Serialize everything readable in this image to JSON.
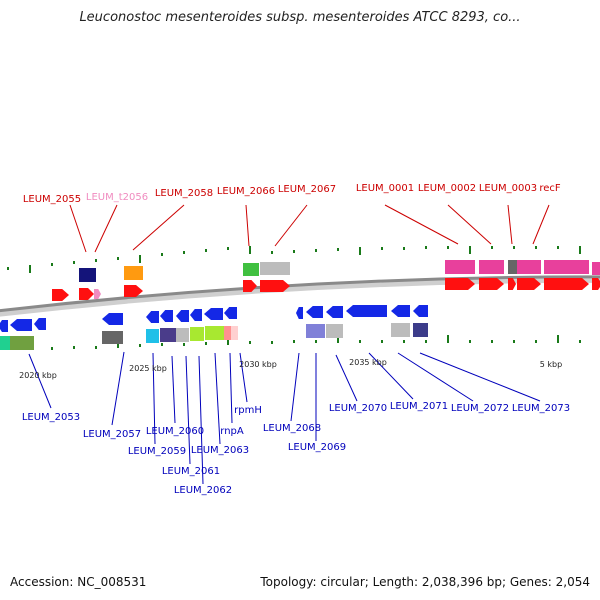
{
  "title": "Leuconostoc mesenteroides subsp. mesenteroides ATCC 8293, co...",
  "footer": {
    "accession": "Accession: NC_008531",
    "stats": "Topology: circular; Length: 2,038,396 bp; Genes: 2,054"
  },
  "colors": {
    "forward_label": "#cc0000",
    "reverse_label": "#0000bb",
    "pseudo_label": "#f08cc0",
    "backbone": "#888888",
    "tick": "#1a7a1a"
  },
  "scale_labels": [
    "2020 kbp",
    "2025 kbp",
    "2030 kbp",
    "2035 kbp",
    "5 kbp"
  ],
  "forward_labels": [
    "LEUM_2055",
    "LEUM_t2056",
    "LEUM_2058",
    "LEUM_2066",
    "LEUM_2067",
    "LEUM_0001",
    "LEUM_0002",
    "LEUM_0003",
    "recF"
  ],
  "reverse_labels": [
    "LEUM_2053",
    "LEUM_2057",
    "LEUM_2059",
    "LEUM_2060",
    "LEUM_2061",
    "LEUM_2062",
    "LEUM_2063",
    "rnpA",
    "rpmH",
    "LEUM_2068",
    "LEUM_2069",
    "LEUM_2070",
    "LEUM_2071",
    "LEUM_2072",
    "LEUM_2073"
  ]
}
